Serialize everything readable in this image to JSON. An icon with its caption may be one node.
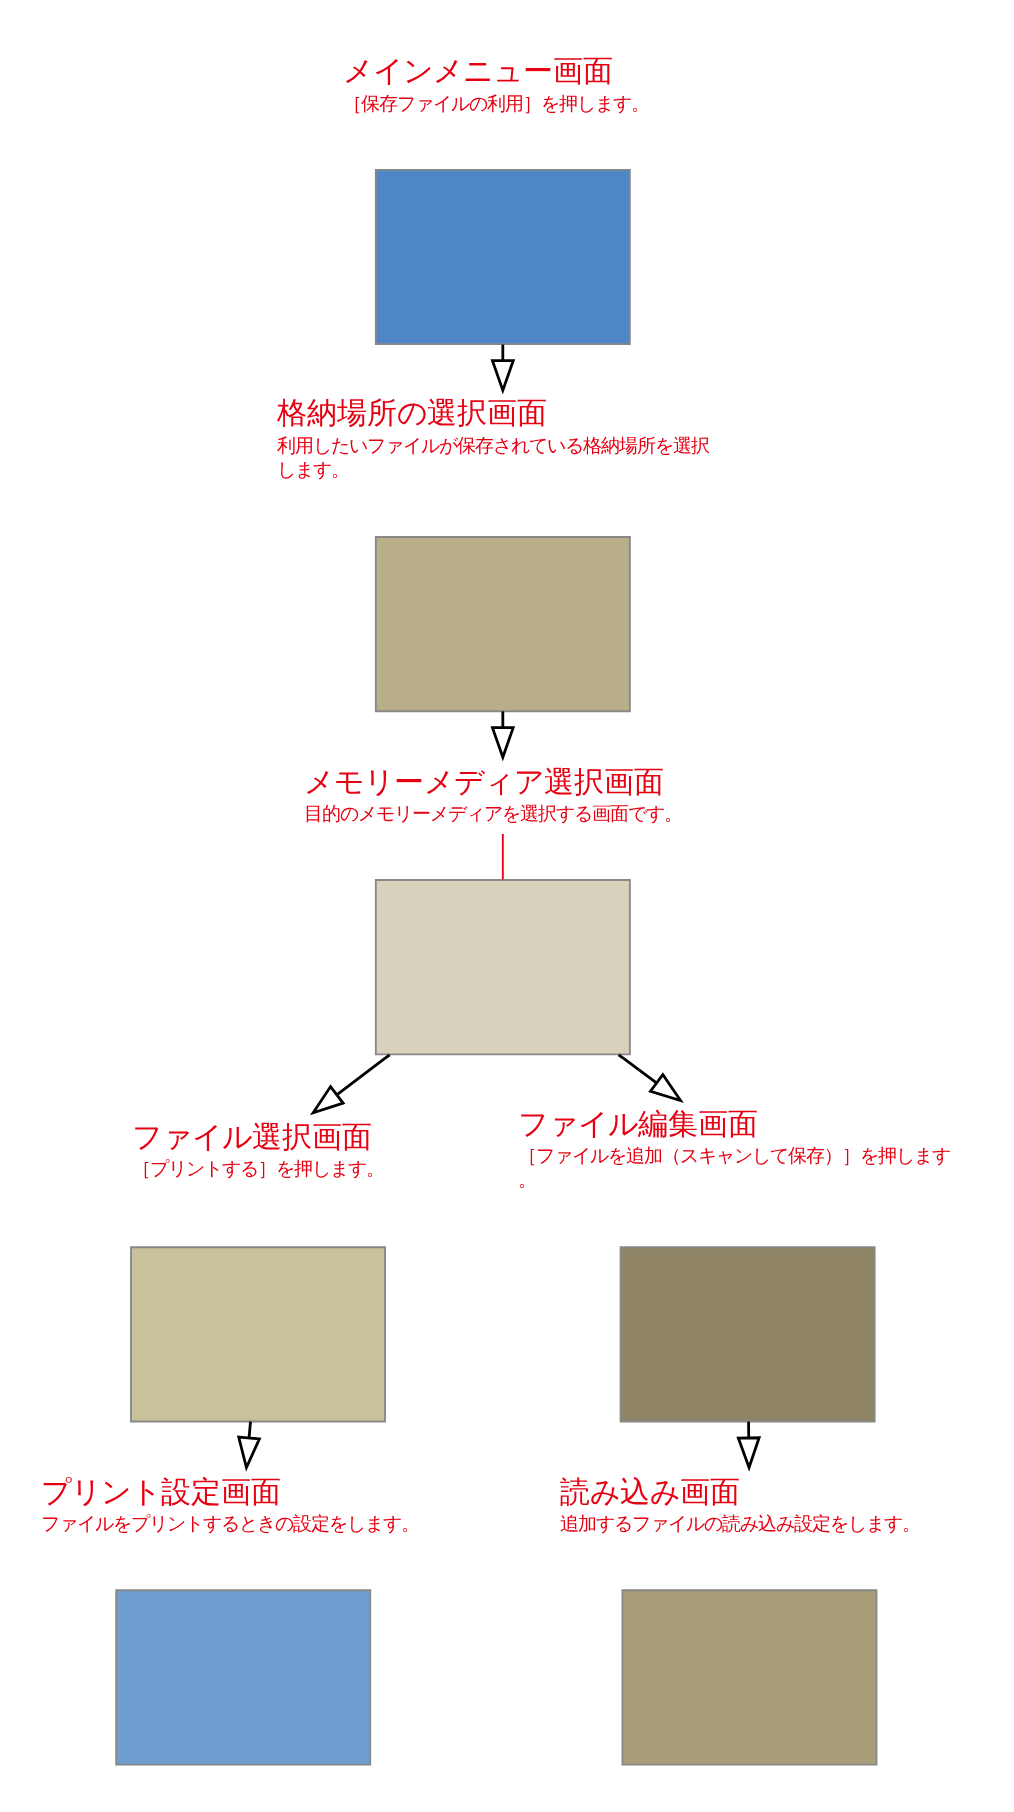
{
  "diagram": {
    "nodes": [
      {
        "text": [
          "メインメニュー画面",
          "［保存ファイルの利用］を押します。"
        ]
      },
      {
        "text": [],
        "shape": "box"
      },
      {
        "text": [
          "格納場所の選択画面",
          "利用したいファイルが保存されている格納場所を選択します。"
        ]
      },
      {
        "text": [],
        "shape": "box"
      },
      {
        "text": [
          "メモリーメディア選択画面",
          "目的のメモリーメディアを選択する画面です。"
        ]
      },
      {
        "text": [],
        "shape": "box"
      },
      {
        "text": [
          "ファイル選択画面",
          "［プリントする］を押します。"
        ]
      },
      {
        "text": [],
        "shape": "box"
      },
      {
        "text": [
          "ファイル編集画面",
          "［ファイルを追加（スキャンして保存）］を押します。"
        ]
      },
      {
        "text": [],
        "shape": "box"
      },
      {
        "text": [
          "プリント設定画面",
          "ファイルをプリントするときの設定をします。"
        ]
      },
      {
        "text": [],
        "shape": "box"
      },
      {
        "text": [
          "読み込み画面",
          "追加するファイルの読み込み設定をします。"
        ]
      },
      {
        "text": [],
        "shape": "box"
      }
    ],
    "edges": [
      {
        "from": 1,
        "to": 2,
        "arrow": "to"
      },
      {
        "from": 3,
        "to": 4,
        "arrow": "to"
      },
      {
        "from": 4,
        "to": 5,
        "arrow": "none",
        "color": "#e60012"
      },
      {
        "from": 5,
        "to": 6,
        "arrow": "to"
      },
      {
        "from": 5,
        "to": 8,
        "arrow": "to"
      },
      {
        "from": 7,
        "to": 10,
        "arrow": "to"
      },
      {
        "from": 9,
        "to": 12,
        "arrow": "to"
      }
    ]
  }
}
